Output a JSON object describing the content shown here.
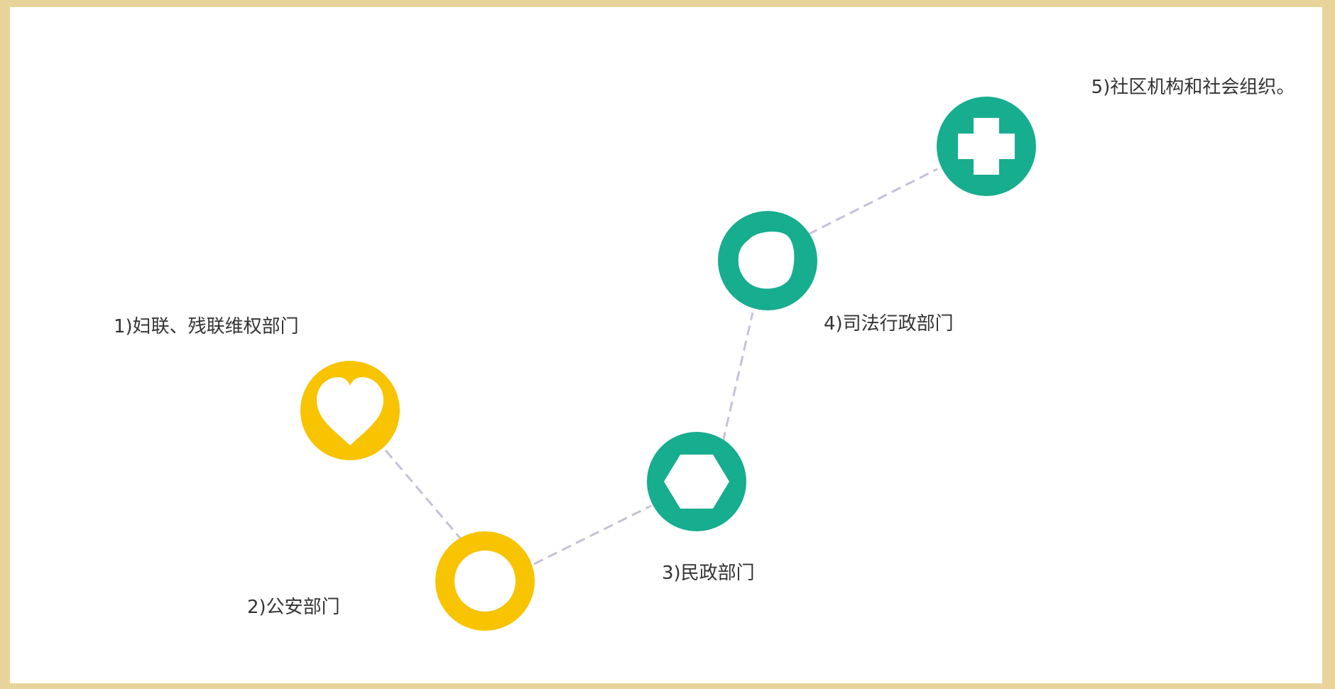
{
  "colors": {
    "yellow": "#f8c300",
    "green": "#17ad8f",
    "connector": "#c8c0d8",
    "frame": "#e8d49a"
  },
  "nodes": [
    {
      "id": "node-1",
      "icon": "heart-icon",
      "color": "yellow",
      "label": "1)妇联、残联维权部门"
    },
    {
      "id": "node-2",
      "icon": "circle-icon",
      "color": "yellow",
      "label": "2)公安部门"
    },
    {
      "id": "node-3",
      "icon": "hexagon-icon",
      "color": "green",
      "label": "3)民政部门"
    },
    {
      "id": "node-4",
      "icon": "blob-icon",
      "color": "green",
      "label": "4)司法行政部门"
    },
    {
      "id": "node-5",
      "icon": "cross-icon",
      "color": "green",
      "label": "5)社区机构和社会组织。"
    }
  ]
}
